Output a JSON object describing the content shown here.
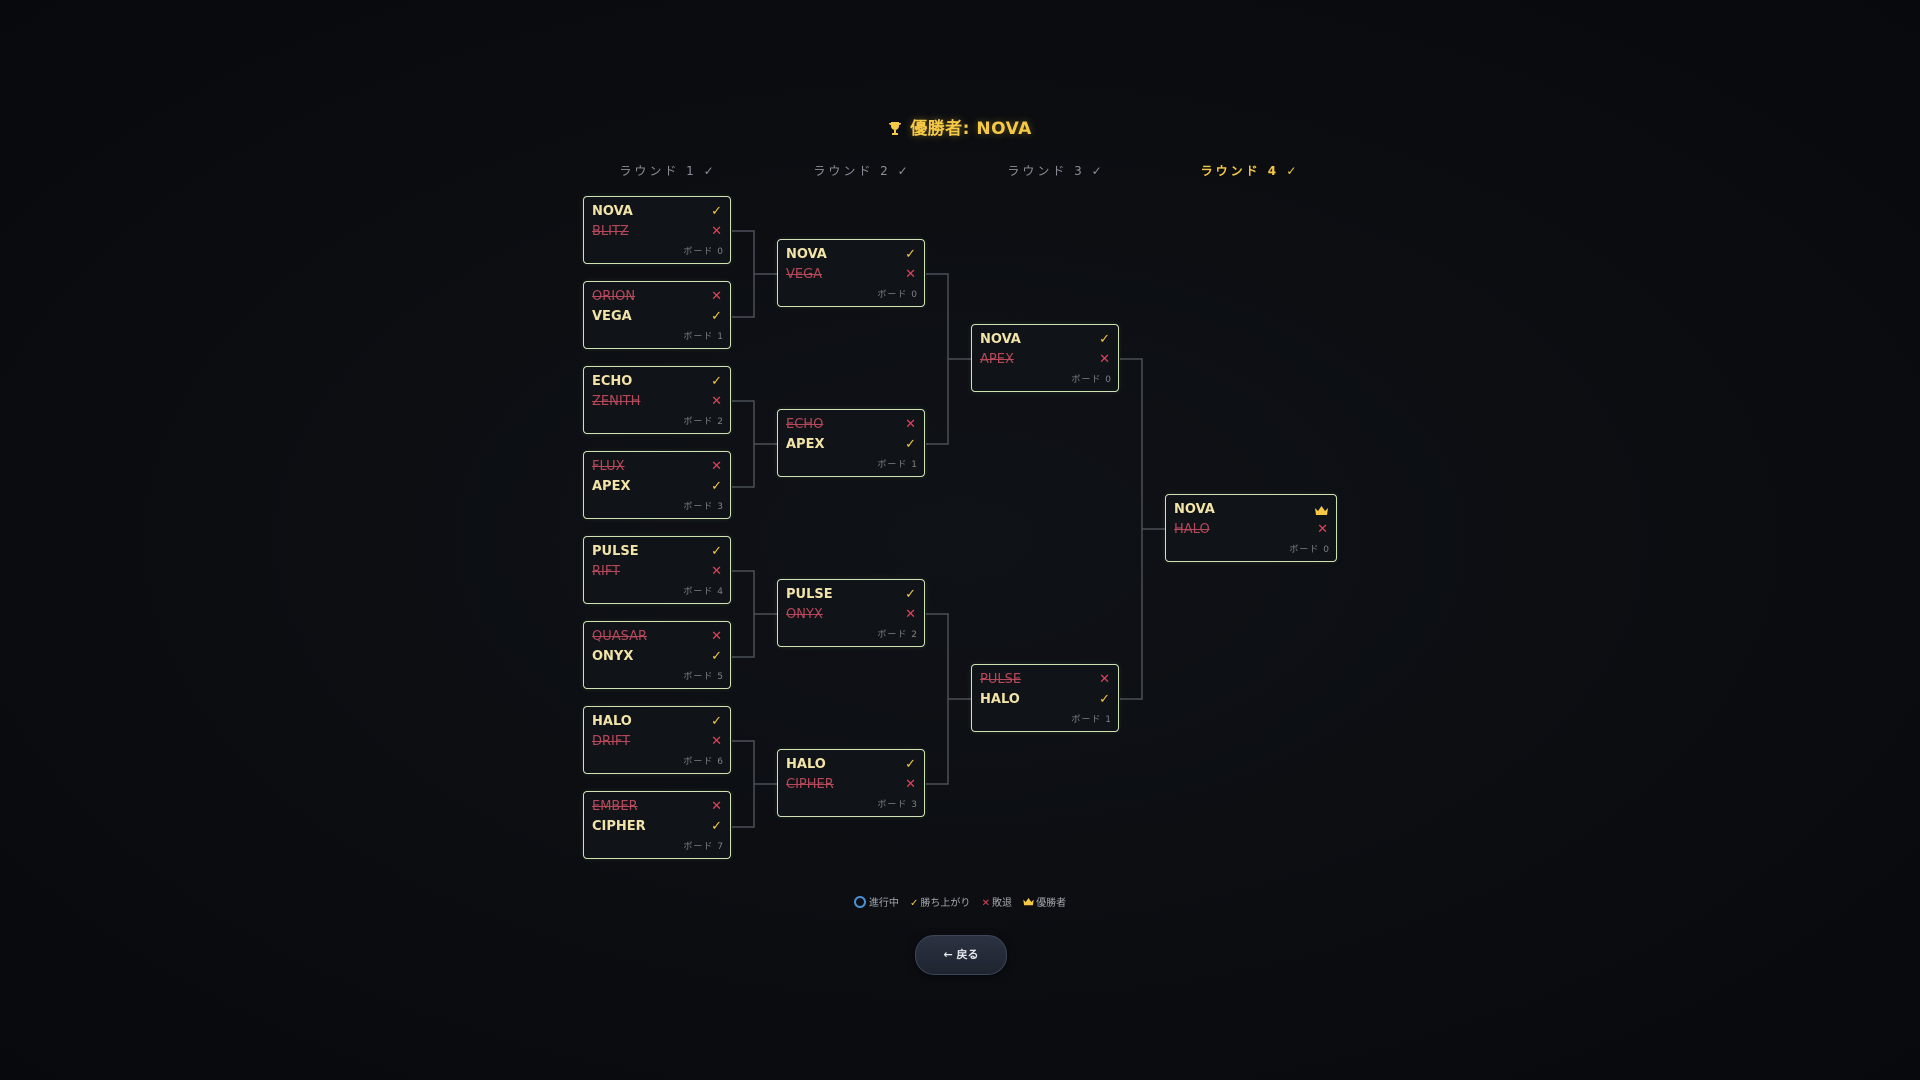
{
  "champion_text": "優勝者: NOVA",
  "rounds": [
    {
      "label": "ラウンド 1 ✓"
    },
    {
      "label": "ラウンド 2 ✓"
    },
    {
      "label": "ラウンド 3 ✓"
    },
    {
      "label": "ラウンド 4 ✓"
    }
  ],
  "matches": {
    "r1": [
      {
        "t1": "NOVA",
        "t2": "BLITZ",
        "board": "ボード 0"
      },
      {
        "t1": "ORION",
        "t2": "VEGA",
        "board": "ボード 1"
      },
      {
        "t1": "ECHO",
        "t2": "ZENITH",
        "board": "ボード 2"
      },
      {
        "t1": "FLUX",
        "t2": "APEX",
        "board": "ボード 3"
      },
      {
        "t1": "PULSE",
        "t2": "RIFT",
        "board": "ボード 4"
      },
      {
        "t1": "QUASAR",
        "t2": "ONYX",
        "board": "ボード 5"
      },
      {
        "t1": "HALO",
        "t2": "DRIFT",
        "board": "ボード 6"
      },
      {
        "t1": "EMBER",
        "t2": "CIPHER",
        "board": "ボード 7"
      }
    ],
    "r2": [
      {
        "t1": "NOVA",
        "t2": "VEGA",
        "board": "ボード 0"
      },
      {
        "t1": "ECHO",
        "t2": "APEX",
        "board": "ボード 1"
      },
      {
        "t1": "PULSE",
        "t2": "ONYX",
        "board": "ボード 2"
      },
      {
        "t1": "HALO",
        "t2": "CIPHER",
        "board": "ボード 3"
      }
    ],
    "r3": [
      {
        "t1": "NOVA",
        "t2": "APEX",
        "board": "ボード 0"
      },
      {
        "t1": "PULSE",
        "t2": "HALO",
        "board": "ボード 1"
      }
    ],
    "r4": [
      {
        "t1": "NOVA",
        "t2": "HALO",
        "board": "ボード 0"
      }
    ]
  },
  "legend": {
    "in_progress": "進行中",
    "advanced": "勝ち上がり",
    "eliminated": "敗退",
    "champion": "優勝者"
  },
  "back_button": "← 戻る",
  "colors": {
    "accent": "#f6c945",
    "loss": "#e0435a",
    "border": "#cfe3b5",
    "in_progress": "#4a8fd6"
  }
}
